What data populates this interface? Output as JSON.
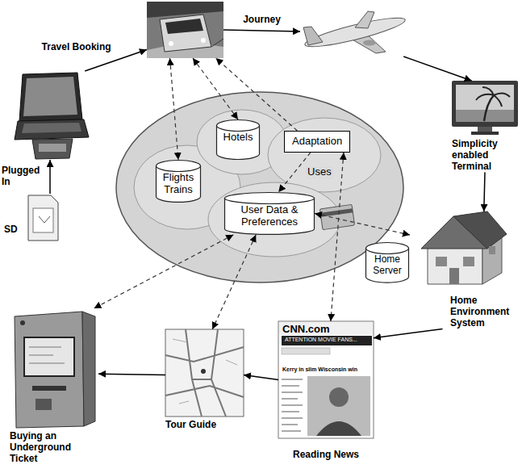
{
  "diagram": {
    "nodes": [
      {
        "text": []
      },
      {
        "text": []
      },
      {
        "text": []
      },
      {
        "text": [
          "Simplicity enabled Terminal"
        ]
      },
      {
        "text": [
          "Home Environment System"
        ]
      },
      {
        "text": [
          "Home Server"
        ]
      },
      {
        "text": [
          "CNN.com",
          "ATTENTION MOVIE FANS...",
          "Kerry in slim Wisconsin win",
          "Reading News"
        ]
      },
      {
        "text": [
          "Tour Guide"
        ]
      },
      {
        "text": [
          "Buying an Underground Ticket"
        ]
      },
      {
        "text": [
          "SD"
        ]
      },
      {
        "text": [
          "Flights Trains"
        ]
      },
      {
        "text": [
          "Hotels"
        ]
      },
      {
        "text": [
          "Adaptation"
        ]
      },
      {
        "text": [
          "User Data & Preferences"
        ]
      }
    ],
    "edges": [
      {
        "from": 9,
        "to": 0,
        "arrow": "to",
        "label": "Plugged In"
      },
      {
        "from": 0,
        "to": 1,
        "arrow": "to",
        "label": "Travel Booking"
      },
      {
        "from": 1,
        "to": 2,
        "arrow": "to",
        "label": "Journey"
      },
      {
        "from": 2,
        "to": 3,
        "arrow": "to"
      },
      {
        "from": 3,
        "to": 4,
        "arrow": "to"
      },
      {
        "from": 4,
        "to": 6,
        "arrow": "to"
      },
      {
        "from": 6,
        "to": 7,
        "arrow": "to"
      },
      {
        "from": 7,
        "to": 8,
        "arrow": "to"
      },
      {
        "from": 1,
        "to": 10,
        "arrow": "both"
      },
      {
        "from": 1,
        "to": 11,
        "arrow": "both"
      },
      {
        "from": 12,
        "to": 1,
        "arrow": "to"
      },
      {
        "from": 12,
        "to": 13,
        "arrow": "to",
        "label": "Uses"
      },
      {
        "from": 12,
        "to": 6,
        "arrow": "both"
      },
      {
        "from": 13,
        "to": 4,
        "arrow": "both"
      },
      {
        "from": 13,
        "to": 7,
        "arrow": "both"
      },
      {
        "from": 13,
        "to": 8,
        "arrow": "both"
      }
    ]
  }
}
